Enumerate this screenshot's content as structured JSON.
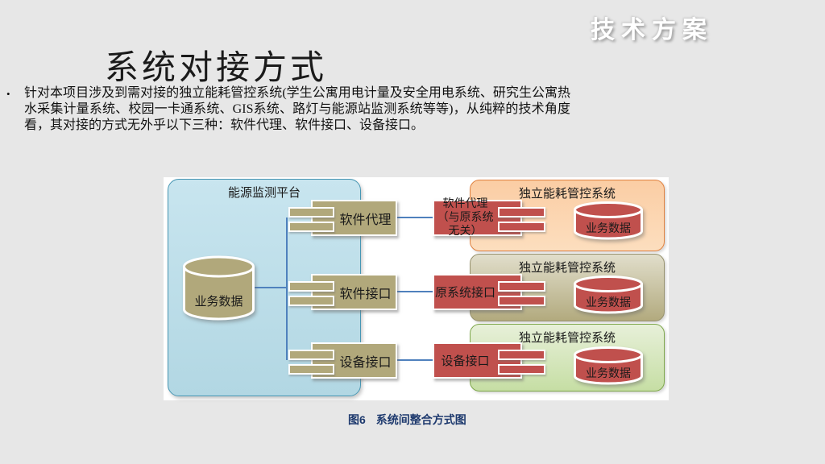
{
  "header": {
    "corner_label": "技术方案"
  },
  "title": "系统对接方式",
  "bullet": {
    "marker": "•",
    "text": "针对本项目涉及到需对接的独立能耗管控系统(学生公寓用电计量及安全用电系统、研究生公寓热水采集计量系统、校园一卡通系统、GIS系统、路灯与能源站监测系统等等)，从纯粹的技术角度看，其对接的方式无外乎以下三种：软件代理、软件接口、设备接口。"
  },
  "diagram": {
    "platform_label": "能源监测平台",
    "platform_db_label": "业务数据",
    "rows": [
      {
        "left": "软件代理",
        "middle": "软件代理\n（与原系统\n无关）",
        "system_title": "独立能耗管控系统",
        "db": "业务数据"
      },
      {
        "left": "软件接口",
        "middle": "原系统接口",
        "system_title": "独立能耗管控系统",
        "db": "业务数据"
      },
      {
        "left": "设备接口",
        "middle": "设备接口",
        "system_title": "独立能耗管控系统",
        "db": "业务数据"
      }
    ]
  },
  "caption": {
    "figure_no": "图6",
    "text": "系统间整合方式图"
  },
  "colors": {
    "slide_background": "#e7e7e7",
    "panel_background": "#ffffff",
    "platform_fill": "#bcdce8",
    "platform_border": "#4796b3",
    "tan_shape": "#b1a87b",
    "red_shape": "#c0504d",
    "connector_line": "#4f81bd",
    "system1_fill": "#fbd0a8",
    "system1_border": "#e0813f",
    "system2_fill": "#c9c29c",
    "system2_border": "#96916d",
    "system3_fill": "#d5e6bc",
    "system3_border": "#7ea74b",
    "caption_text": "#1e3a6e",
    "banner_text": "#ffffff"
  }
}
